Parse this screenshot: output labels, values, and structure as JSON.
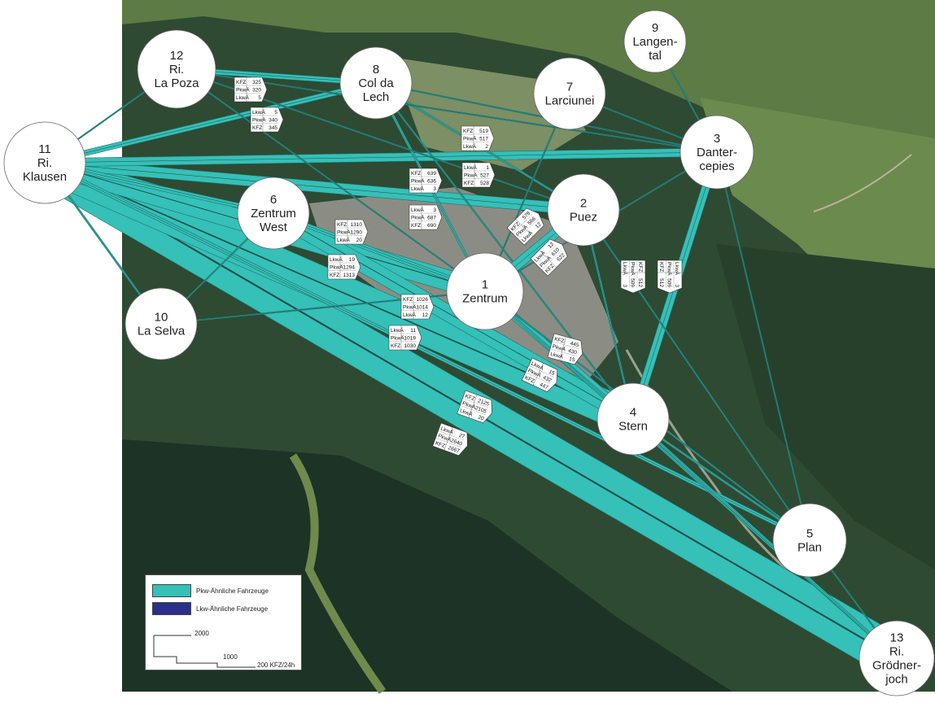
{
  "colors": {
    "pkw": "#35c0b8",
    "lkw": "#2a2f8a",
    "node_fill": "#ffffff",
    "forest_dark": "#1c3326",
    "forest": "#2e4a32",
    "meadow": "#5d7b45",
    "town": "#8b8d84"
  },
  "nodes": [
    {
      "id": "1",
      "lines": [
        "1",
        "Zentrum"
      ]
    },
    {
      "id": "2",
      "lines": [
        "2",
        "Puez"
      ]
    },
    {
      "id": "3",
      "lines": [
        "3",
        "Danter-",
        "cepies"
      ]
    },
    {
      "id": "4",
      "lines": [
        "4",
        "Stern"
      ]
    },
    {
      "id": "5",
      "lines": [
        "5",
        "Plan"
      ]
    },
    {
      "id": "6",
      "lines": [
        "6",
        "Zentrum",
        "West"
      ]
    },
    {
      "id": "7",
      "lines": [
        "7",
        "Larciunei"
      ]
    },
    {
      "id": "8",
      "lines": [
        "8",
        "Col da",
        "Lech"
      ]
    },
    {
      "id": "9",
      "lines": [
        "9",
        "Langen-",
        "tal"
      ]
    },
    {
      "id": "10",
      "lines": [
        "10",
        "La Selva"
      ]
    },
    {
      "id": "11",
      "lines": [
        "11",
        "Ri.",
        "Klausen"
      ]
    },
    {
      "id": "12",
      "lines": [
        "12",
        "Ri.",
        "La Poza"
      ]
    },
    {
      "id": "13",
      "lines": [
        "13",
        "Ri.",
        "Grödner-",
        "joch"
      ]
    }
  ],
  "flows": [
    {
      "from": "11",
      "to": "13",
      "kfz": 2667
    },
    {
      "from": "11",
      "to": "4",
      "kfz": 2125
    },
    {
      "from": "11",
      "to": "1",
      "kfz": 1313
    },
    {
      "from": "11",
      "to": "2",
      "kfz": 690
    },
    {
      "from": "11",
      "to": "3",
      "kfz": 528
    },
    {
      "from": "11",
      "to": "8",
      "kfz": 345
    },
    {
      "from": "11",
      "to": "6",
      "kfz": 300
    },
    {
      "from": "11",
      "to": "10",
      "kfz": 110
    },
    {
      "from": "11",
      "to": "5",
      "kfz": 250
    },
    {
      "from": "11",
      "to": "12",
      "kfz": 40
    },
    {
      "from": "6",
      "to": "4",
      "kfz": 1030
    },
    {
      "from": "6",
      "to": "1",
      "kfz": 280
    },
    {
      "from": "8",
      "to": "12",
      "kfz": 325
    },
    {
      "from": "8",
      "to": "1",
      "kfz": 150
    },
    {
      "from": "8",
      "to": "2",
      "kfz": 120
    },
    {
      "from": "8",
      "to": "3",
      "kfz": 80
    },
    {
      "from": "8",
      "to": "4",
      "kfz": 90
    },
    {
      "from": "12",
      "to": "3",
      "kfz": 70
    },
    {
      "from": "12",
      "to": "2",
      "kfz": 50
    },
    {
      "from": "12",
      "to": "1",
      "kfz": 40
    },
    {
      "from": "7",
      "to": "3",
      "kfz": 30
    },
    {
      "from": "7",
      "to": "1",
      "kfz": 30
    },
    {
      "from": "3",
      "to": "4",
      "kfz": 512
    },
    {
      "from": "3",
      "to": "5",
      "kfz": 60
    },
    {
      "from": "3",
      "to": "1",
      "kfz": 40
    },
    {
      "from": "2",
      "to": "1",
      "kfz": 622
    },
    {
      "from": "2",
      "to": "4",
      "kfz": 110
    },
    {
      "from": "2",
      "to": "5",
      "kfz": 80
    },
    {
      "from": "1",
      "to": "4",
      "kfz": 447
    },
    {
      "from": "1",
      "to": "13",
      "kfz": 150
    },
    {
      "from": "1",
      "to": "5",
      "kfz": 90
    },
    {
      "from": "4",
      "to": "13",
      "kfz": 160
    },
    {
      "from": "4",
      "to": "5",
      "kfz": 120
    },
    {
      "from": "10",
      "to": "6",
      "kfz": 40
    },
    {
      "from": "10",
      "to": "1",
      "kfz": 40
    },
    {
      "from": "5",
      "to": "13",
      "kfz": 60
    },
    {
      "from": "9",
      "to": "3",
      "kfz": 20
    }
  ],
  "count_tags": [
    {
      "rows": [
        [
          "KFZ",
          "325"
        ],
        [
          "PkwÄ",
          "320"
        ],
        [
          "LkwÄ",
          "5"
        ]
      ]
    },
    {
      "rows": [
        [
          "LkwÄ",
          "5"
        ],
        [
          "PkwÄ",
          "340"
        ],
        [
          "KFZ",
          "345"
        ]
      ]
    },
    {
      "rows": [
        [
          "KFZ",
          "519"
        ],
        [
          "PkwÄ",
          "517"
        ],
        [
          "LkwÄ",
          "2"
        ]
      ]
    },
    {
      "rows": [
        [
          "KFZ",
          "639"
        ],
        [
          "PkwÄ",
          "636"
        ],
        [
          "LkwÄ",
          "3"
        ]
      ]
    },
    {
      "rows": [
        [
          "LkwÄ",
          "1"
        ],
        [
          "PkwÄ",
          "527"
        ],
        [
          "KFZ",
          "528"
        ]
      ]
    },
    {
      "rows": [
        [
          "LkwÄ",
          "3"
        ],
        [
          "PkwÄ",
          "687"
        ],
        [
          "KFZ",
          "690"
        ]
      ]
    },
    {
      "rows": [
        [
          "KFZ",
          "1310"
        ],
        [
          "PkwÄ",
          "1290"
        ],
        [
          "LkwÄ",
          "20"
        ]
      ]
    },
    {
      "rows": [
        [
          "KFZ",
          "578"
        ],
        [
          "PkwÄ",
          "566"
        ],
        [
          "LkwÄ",
          "12"
        ]
      ]
    },
    {
      "rows": [
        [
          "LkwÄ",
          "12"
        ],
        [
          "PkwÄ",
          "610"
        ],
        [
          "KFZ",
          "622"
        ]
      ]
    },
    {
      "rows": [
        [
          "LkwÄ",
          "19"
        ],
        [
          "PkwÄ",
          "1294"
        ],
        [
          "KFZ",
          "1313"
        ]
      ]
    },
    {
      "rows": [
        [
          "KFZ",
          "512"
        ],
        [
          "PkwÄ",
          "509"
        ],
        [
          "LkwÄ",
          "3"
        ]
      ]
    },
    {
      "rows": [
        [
          "LkwÄ",
          "3"
        ],
        [
          "PkwÄ",
          "509"
        ],
        [
          "KFZ",
          "512"
        ]
      ]
    },
    {
      "rows": [
        [
          "KFZ",
          "1026"
        ],
        [
          "PkwÄ",
          "1014"
        ],
        [
          "LkwÄ",
          "12"
        ]
      ]
    },
    {
      "rows": [
        [
          "LkwÄ",
          "11"
        ],
        [
          "PkwÄ",
          "1019"
        ],
        [
          "KFZ",
          "1030"
        ]
      ]
    },
    {
      "rows": [
        [
          "KFZ",
          "445"
        ],
        [
          "PkwÄ",
          "430"
        ],
        [
          "LkwÄ",
          "15"
        ]
      ]
    },
    {
      "rows": [
        [
          "LkwÄ",
          "15"
        ],
        [
          "PkwÄ",
          "432"
        ],
        [
          "KFZ",
          "447"
        ]
      ]
    },
    {
      "rows": [
        [
          "KFZ",
          "2125"
        ],
        [
          "PkwÄ",
          "2105"
        ],
        [
          "LkwÄ",
          "20"
        ]
      ]
    },
    {
      "rows": [
        [
          "LkwÄ",
          "27"
        ],
        [
          "PkwÄ",
          "2640"
        ],
        [
          "KFZ",
          "2667"
        ]
      ]
    }
  ],
  "legend": {
    "pkw_label": "Pkw-Ähnliche Fahrzeuge",
    "lkw_label": "Lkw-Ähnliche Fahrzeuge",
    "scale_values": [
      "2000",
      "1000",
      "200 KFZ/24h"
    ]
  }
}
